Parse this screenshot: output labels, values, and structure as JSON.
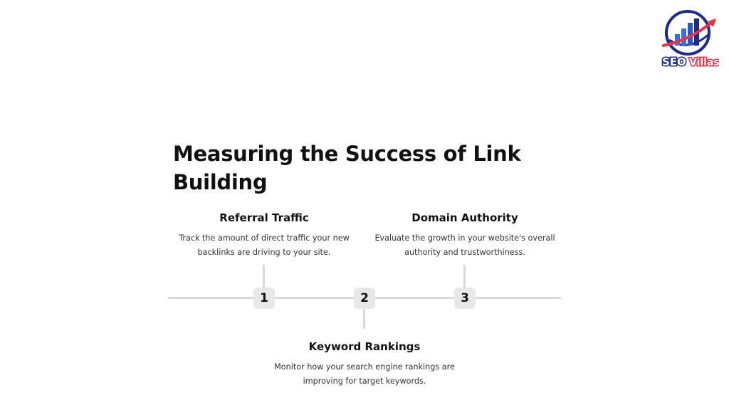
{
  "brand": {
    "logo_text": "SEO Villas",
    "logo_text_part1": "SEO",
    "logo_text_part2": "Villas",
    "colors": {
      "navy": "#1c2a8c",
      "blue": "#3a6fd8",
      "red": "#e8334a"
    }
  },
  "title": "Measuring the Success of Link Building",
  "steps": [
    {
      "number": "1",
      "title": "Referral Traffic",
      "description": "Track the amount of direct traffic your new backlinks are driving to your site."
    },
    {
      "number": "2",
      "title": "Keyword Rankings",
      "description": "Monitor how your search engine rankings are improving for target keywords."
    },
    {
      "number": "3",
      "title": "Domain Authority",
      "description": "Evaluate the growth in your website's overall authority and trustworthiness."
    }
  ]
}
